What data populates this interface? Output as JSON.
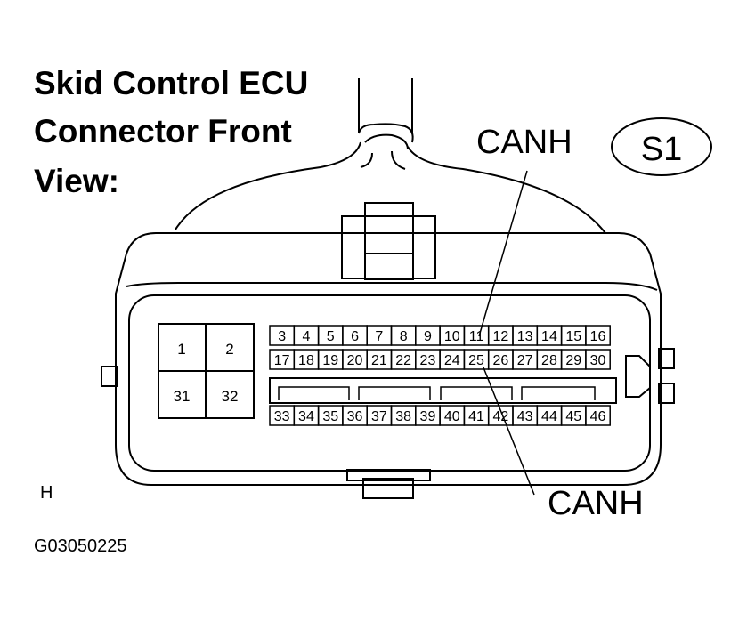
{
  "title_lines": [
    "Skid Control ECU",
    "Connector Front",
    "View:"
  ],
  "connector_code": "S1",
  "callouts": {
    "top": "CANH",
    "bottom": "CANH"
  },
  "large_pins": [
    "1",
    "2",
    "31",
    "32"
  ],
  "pin_rows": {
    "row1": [
      "3",
      "4",
      "5",
      "6",
      "7",
      "8",
      "9",
      "10",
      "11",
      "12",
      "13",
      "14",
      "15",
      "16"
    ],
    "row2": [
      "17",
      "18",
      "19",
      "20",
      "21",
      "22",
      "23",
      "24",
      "25",
      "26",
      "27",
      "28",
      "29",
      "30"
    ],
    "row3": [
      "33",
      "34",
      "35",
      "36",
      "37",
      "38",
      "39",
      "40",
      "41",
      "42",
      "43",
      "44",
      "45",
      "46"
    ]
  },
  "corner_letter": "H",
  "figure_code": "G03050225"
}
